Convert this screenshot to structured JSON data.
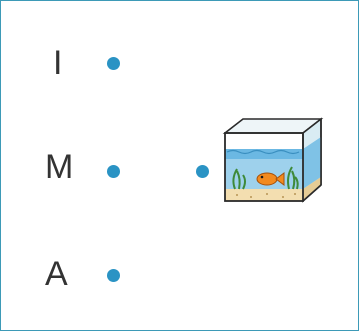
{
  "letters": [
    "I",
    "M",
    "A"
  ],
  "colors": {
    "border": "#3d9ab7",
    "dot": "#2a93c4",
    "letter": "#333333"
  },
  "picture": {
    "icon": "aquarium-with-goldfish-icon"
  }
}
